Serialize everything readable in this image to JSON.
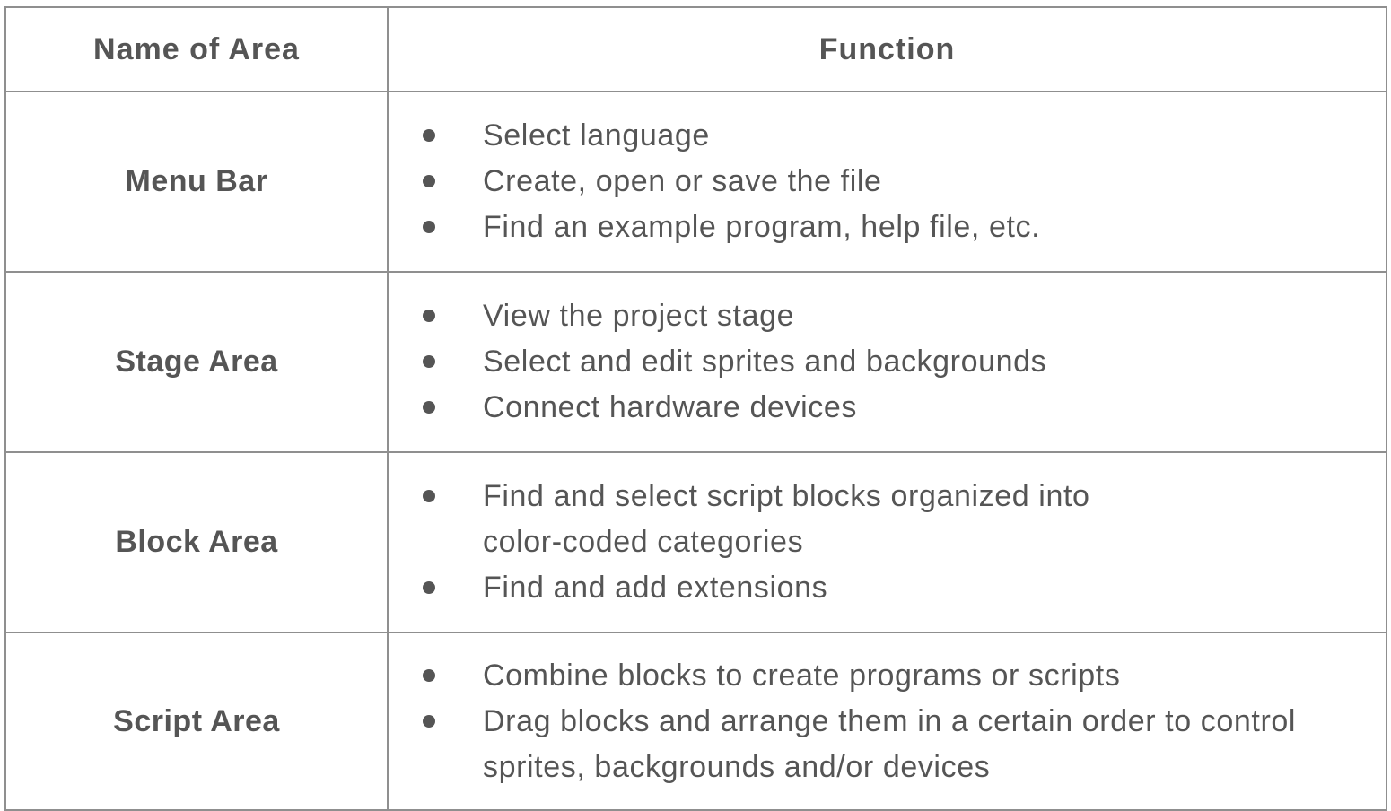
{
  "table": {
    "headers": {
      "name": "Name of Area",
      "function": "Function"
    },
    "rows": [
      {
        "name": "Menu Bar",
        "functions": [
          "Select language",
          "Create, open or save the file",
          "Find an example program, help file, etc."
        ]
      },
      {
        "name": "Stage Area",
        "functions": [
          "View the project stage",
          "Select and edit sprites and backgrounds",
          "Connect hardware devices"
        ]
      },
      {
        "name": "Block Area",
        "functions": [
          "Find and select script blocks organized into color-coded categories",
          "Find and add extensions"
        ]
      },
      {
        "name": "Script Area",
        "functions": [
          "Combine blocks to create programs or scripts",
          "Drag blocks and arrange them in a certain order to control sprites, backgrounds and/or devices"
        ]
      }
    ]
  },
  "icons": {
    "bullet": "bullet-dot-icon"
  }
}
